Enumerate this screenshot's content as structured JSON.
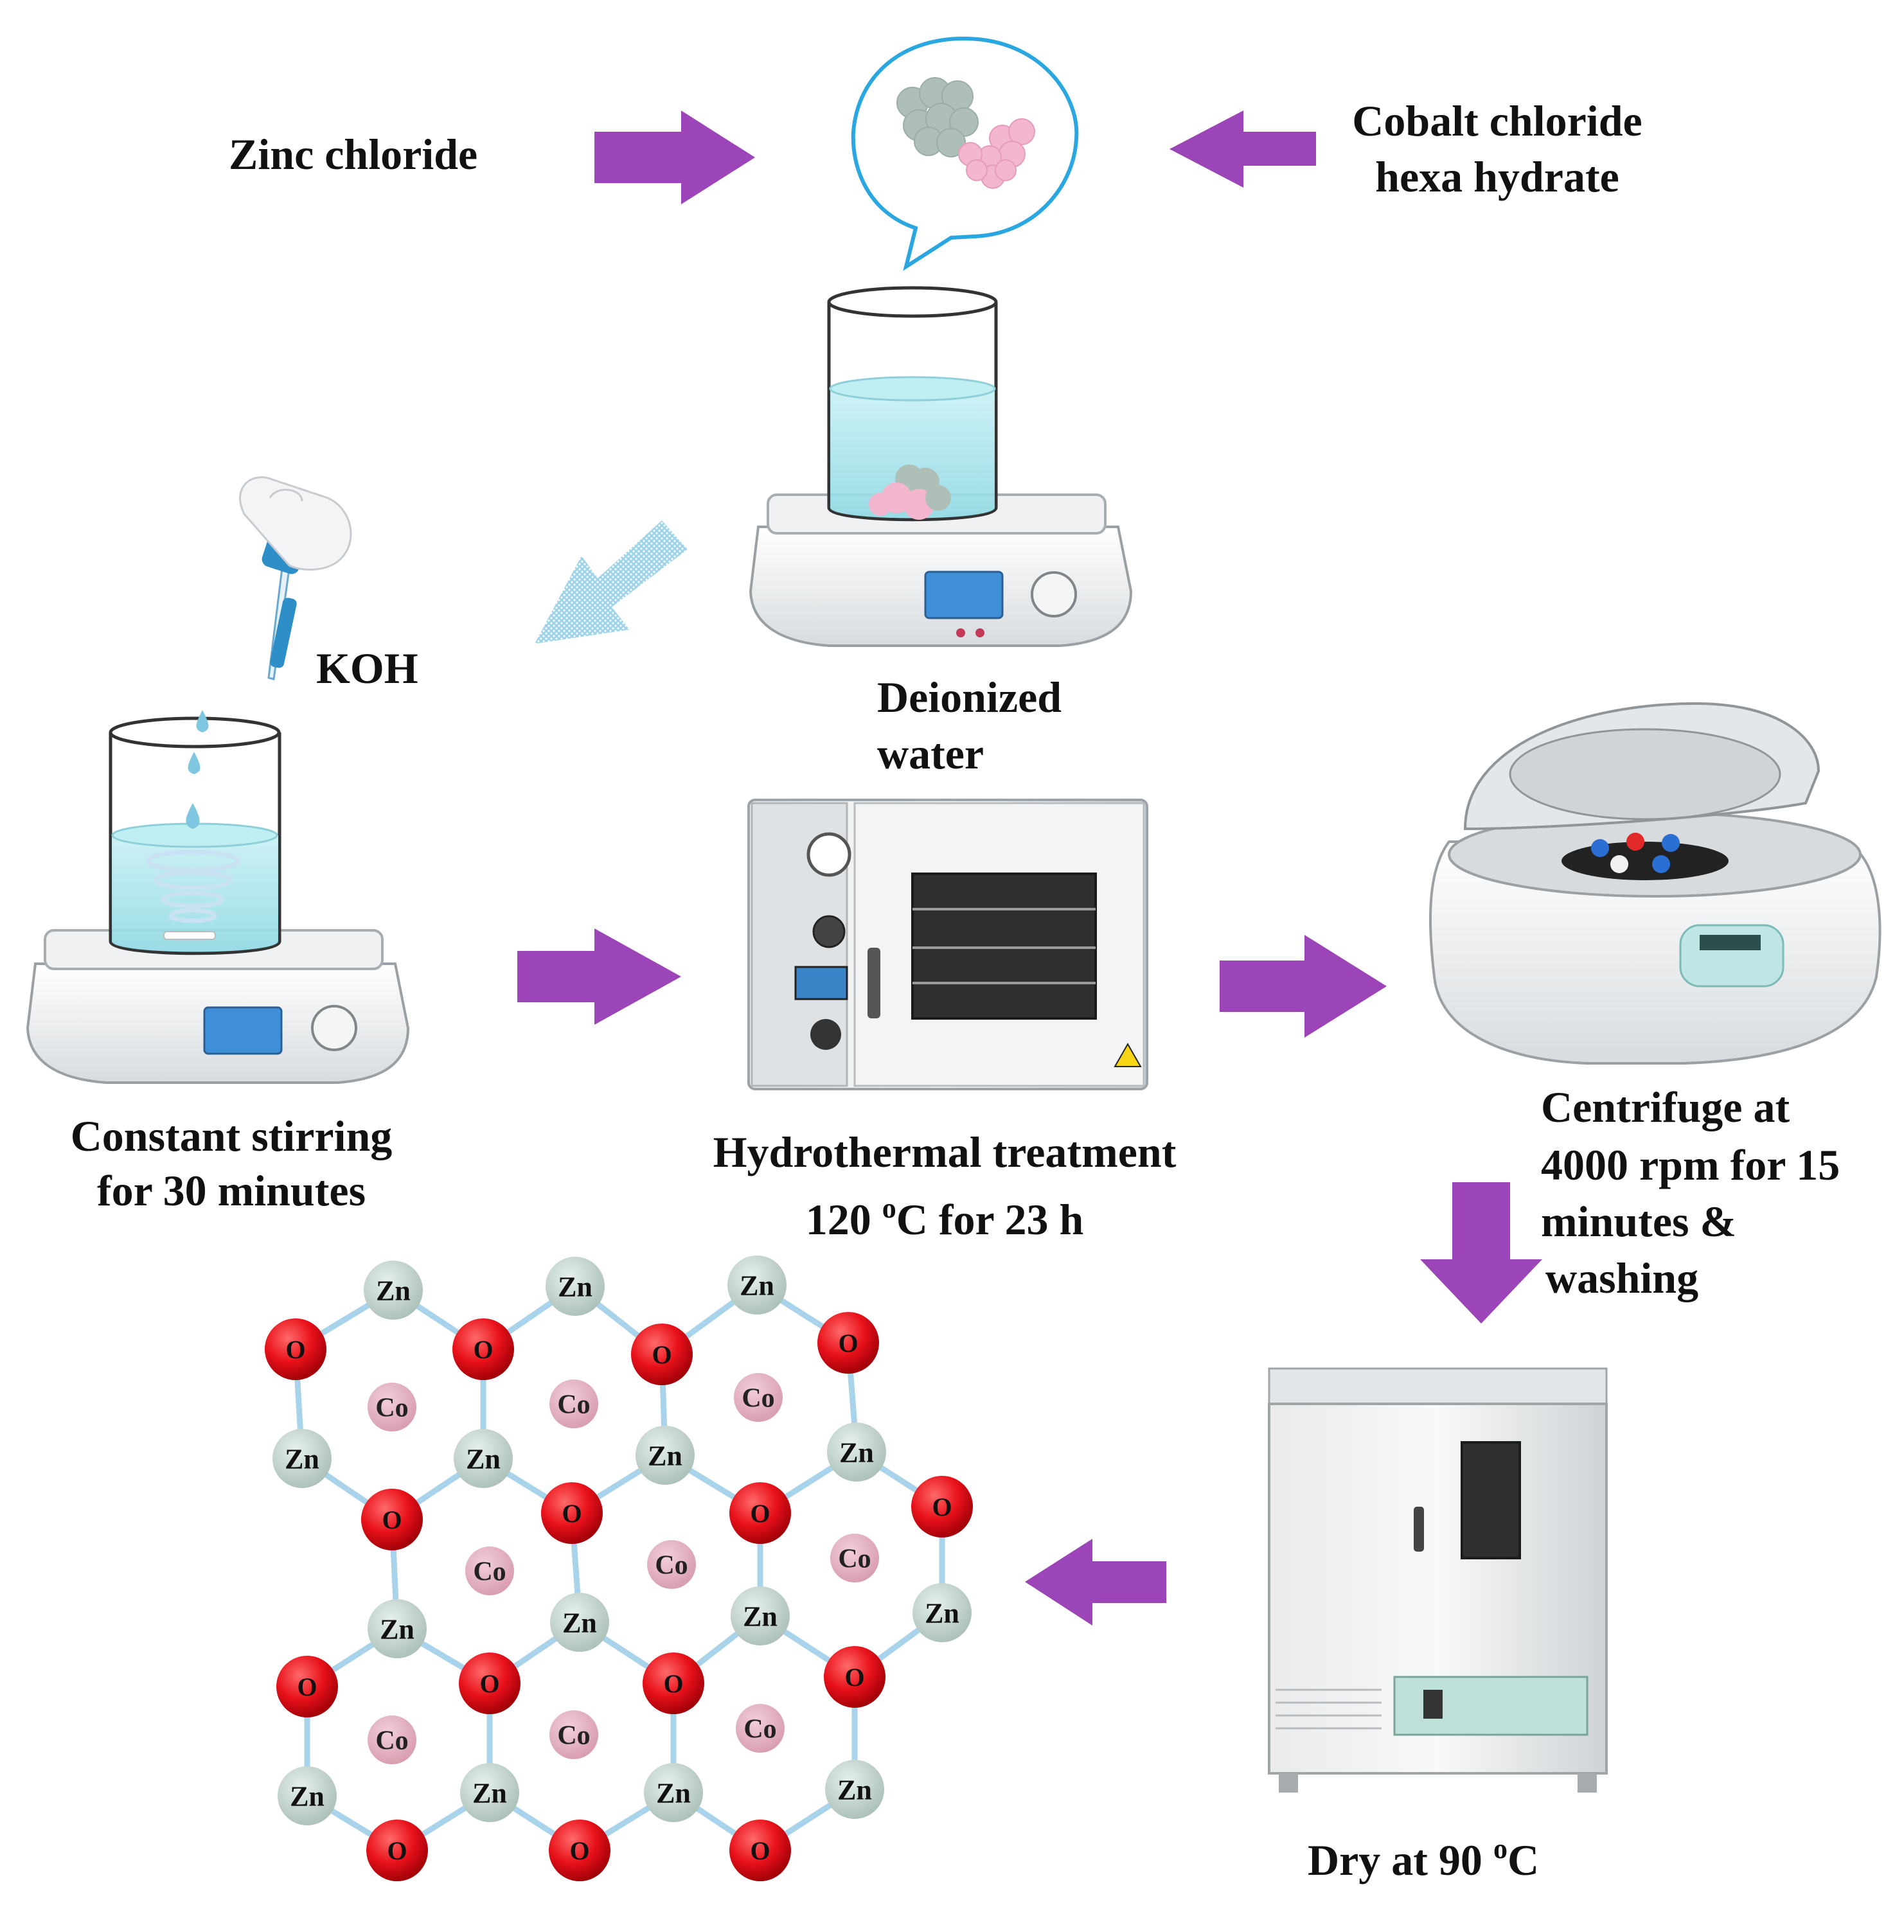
{
  "labels": {
    "zinc_chloride": "Zinc chloride",
    "cobalt_line1": "Cobalt chloride",
    "cobalt_line2": "hexa hydrate",
    "koh": "KOH",
    "deionized_line1": "Deionized",
    "deionized_line2": "water",
    "stirring_line1": "Constant stirring",
    "stirring_line2": "for 30 minutes",
    "hydro_line1": "Hydrothermal treatment",
    "hydro_line2_pre": "120 ",
    "hydro_line2_sup": "o",
    "hydro_line2_post": "C for 23 h",
    "centrifuge_line1": "Centrifuge at",
    "centrifuge_line2": "4000 rpm for 15",
    "centrifuge_line3": "minutes &",
    "centrifuge_line4": "washing",
    "dry_pre": "Dry at 90 ",
    "dry_sup": "o",
    "dry_post": "C"
  },
  "lattice": {
    "zn_label": "Zn",
    "co_label": "Co",
    "o_label": "O"
  },
  "colors": {
    "arrow": "#9b45b8",
    "arrow_blue": "#7fc6e0",
    "zn_atom": "#b9cdc4",
    "o_atom": "#e8111a",
    "co_atom": "#dba6b6",
    "bond": "#a9d3ea",
    "water": "#a8e4ec"
  }
}
